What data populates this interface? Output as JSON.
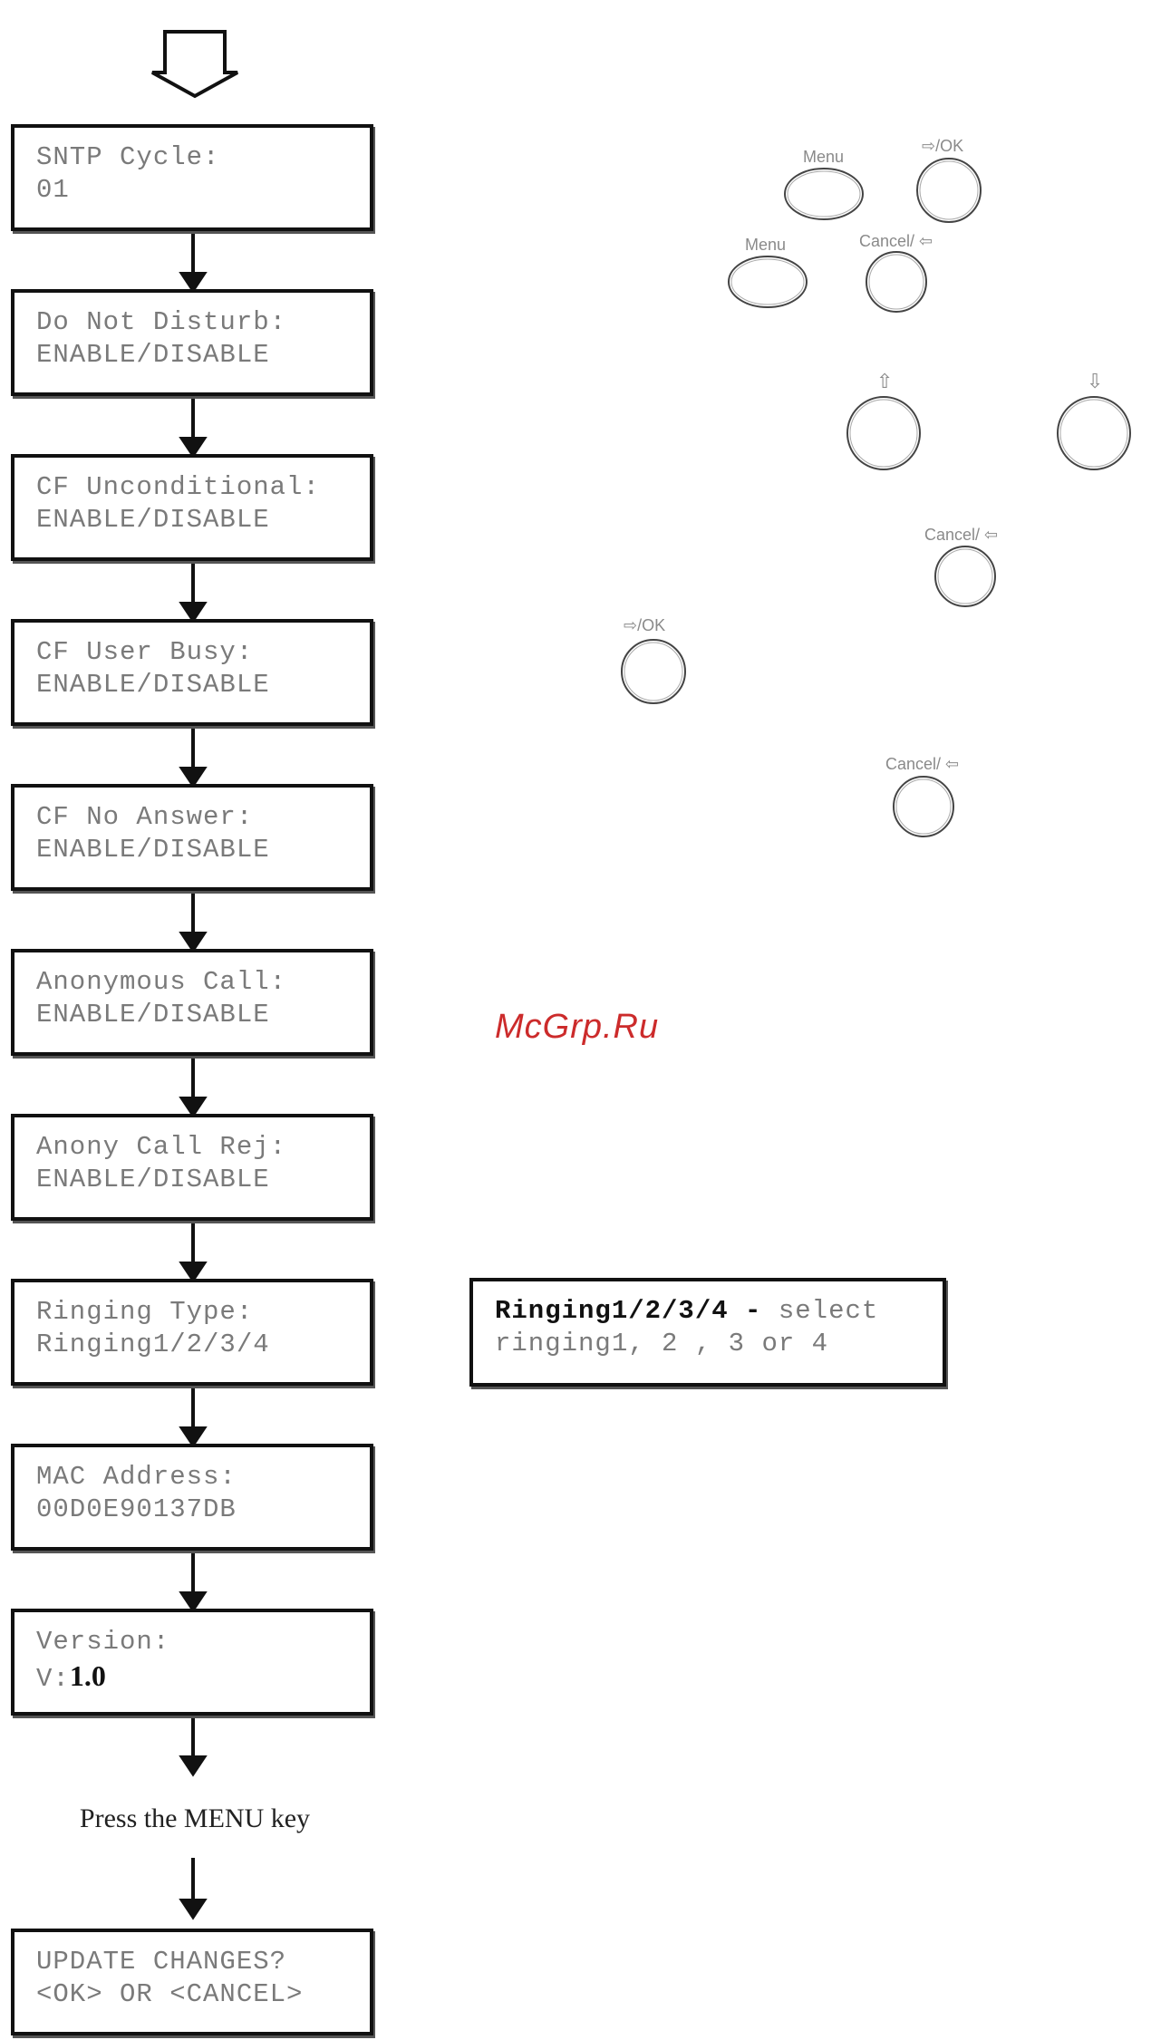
{
  "screens": [
    {
      "line1": "SNTP Cycle:",
      "line2": "01"
    },
    {
      "line1": "Do Not Disturb:",
      "line2": "ENABLE/DISABLE"
    },
    {
      "line1": "CF Unconditional:",
      "line2": "ENABLE/DISABLE"
    },
    {
      "line1": "CF User Busy:",
      "line2": "ENABLE/DISABLE"
    },
    {
      "line1": "CF No Answer:",
      "line2": "ENABLE/DISABLE"
    },
    {
      "line1": "Anonymous Call:",
      "line2": "ENABLE/DISABLE"
    },
    {
      "line1": "Anony Call Rej:",
      "line2": "ENABLE/DISABLE"
    },
    {
      "line1": "Ringing Type:",
      "line2": "Ringing1/2/3/4"
    },
    {
      "line1": "MAC Address:",
      "line2": "00D0E90137DB"
    },
    {
      "line1": "Version:",
      "line2_prefix": "V:",
      "line2_value": "1.0"
    },
    {
      "line1": "UPDATE CHANGES?",
      "line2": "<OK> OR <CANCEL>"
    }
  ],
  "caption": "Press the MENU key",
  "note": {
    "bold": "Ringing1/2/3/4 -",
    "rest": " select",
    "line2": "ringing1, 2 , 3 or 4"
  },
  "watermark": "McGrp.Ru",
  "buttons": {
    "menu_label_1": "Menu",
    "ok_label_1": "⇨/OK",
    "menu_label_2": "Menu",
    "cancel_label_1": "Cancel/ ⇦",
    "up_label": "⇧",
    "down_label": "⇩",
    "cancel_label_2": "Cancel/ ⇦",
    "ok_label_2": "⇨/OK",
    "cancel_label_3": "Cancel/ ⇦"
  }
}
